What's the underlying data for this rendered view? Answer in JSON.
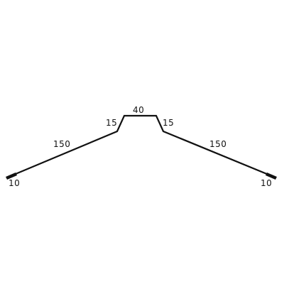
{
  "diagram": {
    "colors": {
      "stroke": "#111111",
      "background": "#ffffff"
    },
    "dimensions": {
      "top": "40",
      "left_slope": "15",
      "right_slope": "15",
      "left_long": "150",
      "right_long": "150",
      "left_hem": "10",
      "right_hem": "10"
    }
  }
}
